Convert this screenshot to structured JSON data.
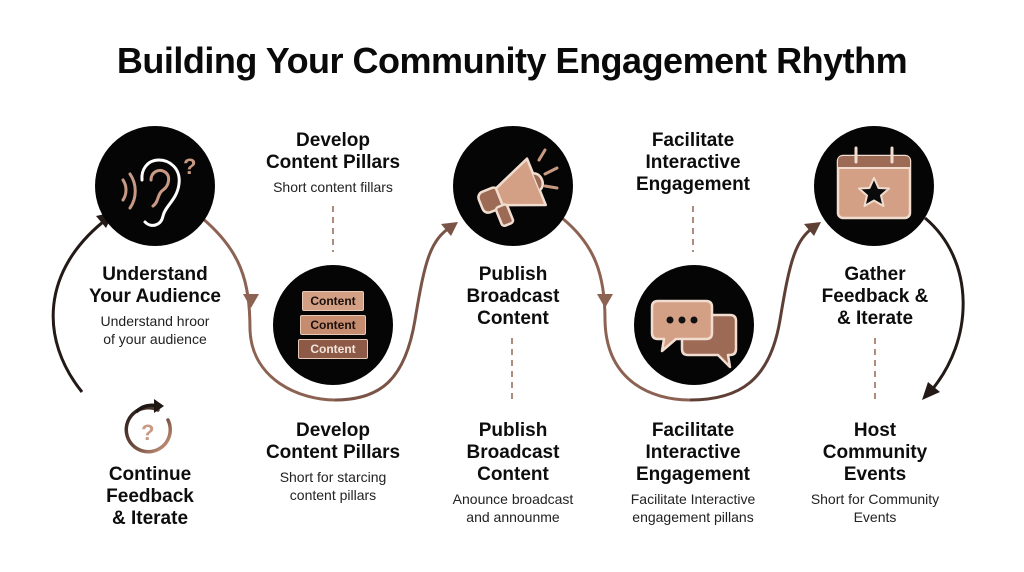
{
  "title": "Building Your Community Engagement Rhythm",
  "colors": {
    "node_bg": "#050505",
    "accent_light": "#d4a085",
    "accent_mid": "#c58c70",
    "accent_dark": "#8d5a47",
    "arrow_brown": "#7a5446",
    "arrow_dark": "#231a17",
    "dashed_line": "#b08c80"
  },
  "top_row": [
    {
      "id": "understand",
      "icon": "ear-icon",
      "heading_line1": "Understand",
      "heading_line2": "Your Audience",
      "sub_line1": "Understand hroor",
      "sub_line2": "of your audience"
    },
    {
      "id": "develop-top",
      "heading_line1": "Develop",
      "heading_line2": "Content Pillars",
      "sub_line1": "Short content fillars"
    },
    {
      "id": "publish",
      "icon": "megaphone-icon",
      "heading_line1": "Publish",
      "heading_line2": "Broadcast",
      "heading_line3": "Content"
    },
    {
      "id": "facilitate-top",
      "heading_line1": "Facilitate",
      "heading_line2": "Interactive",
      "heading_line3": "Engagement"
    },
    {
      "id": "gather",
      "icon": "calendar-star-icon",
      "heading_line1": "Gather",
      "heading_line2": "Feedback &",
      "heading_line3": "& Iterate"
    }
  ],
  "middle_nodes": {
    "content_stack": {
      "icon": "content-stack-icon",
      "pills": [
        "Content",
        "Content",
        "Content"
      ]
    },
    "chat": {
      "icon": "chat-bubbles-icon"
    }
  },
  "bottom_row": [
    {
      "id": "continue",
      "icon": "refresh-question-icon",
      "heading_line1": "Continue",
      "heading_line2": "Feedback",
      "heading_line3": "& Iterate"
    },
    {
      "id": "develop-bottom",
      "heading_line1": "Develop",
      "heading_line2": "Content Pillars",
      "sub_line1": "Short for starcing",
      "sub_line2": "content pillars"
    },
    {
      "id": "publish-bottom",
      "heading_line1": "Publish",
      "heading_line2": "Broadcast",
      "heading_line3": "Content",
      "sub_line1": "Anounce broadcast",
      "sub_line2": "and announme"
    },
    {
      "id": "facilitate-bottom",
      "heading_line1": "Facilitate",
      "heading_line2": "Interactive",
      "heading_line3": "Engagement",
      "sub_line1": "Facilitate Interactive",
      "sub_line2": "engagement pillans"
    },
    {
      "id": "host",
      "heading_line1": "Host",
      "heading_line2": "Community",
      "heading_line3": "Events",
      "sub_line1": "Short for Community",
      "sub_line2": "Events"
    }
  ]
}
